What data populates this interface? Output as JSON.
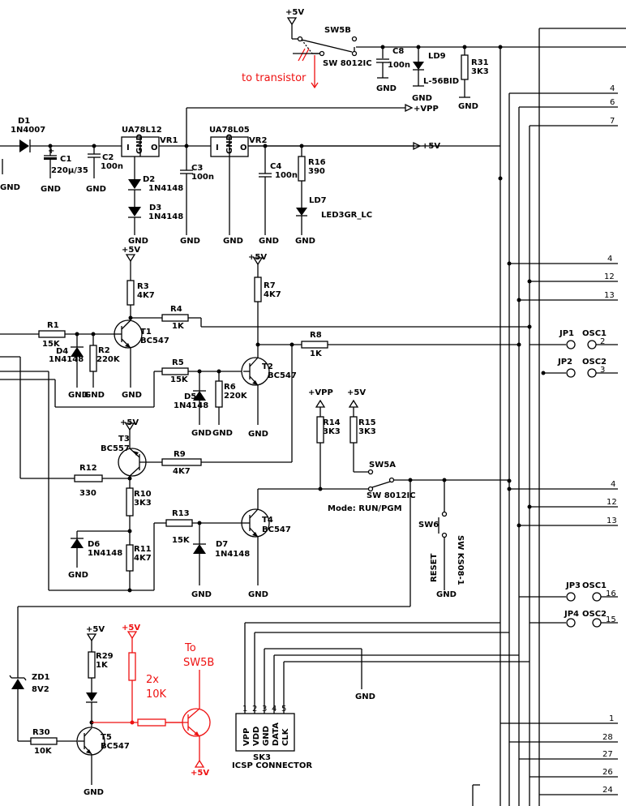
{
  "supply": {
    "plus5v": "+5V",
    "vpp": "+VPP",
    "gnd": "GND"
  },
  "parts": {
    "d1": "D1",
    "d1_val": "1N4007",
    "c1": "C1",
    "c1_val": "220µ/35",
    "c2": "C2",
    "c2_val": "100n",
    "vr1": "VR1",
    "vr1_val": "UA78L12",
    "vr2": "VR2",
    "vr2_val": "UA78L05",
    "d2": "D2",
    "d2_val": "1N4148",
    "d3": "D3",
    "d3_val": "1N4148",
    "c3": "C3",
    "c3_val": "100n",
    "c4": "C4",
    "c4_val": "100n",
    "r16": "R16",
    "r16_val": "390",
    "ld7": "LD7",
    "ld7_val": "LED3GR_LC",
    "sw5b": "SW5B",
    "sw5b_val": "SW 8012IC",
    "c8": "C8",
    "c8_val": "100n",
    "ld9": "LD9",
    "ld9_val": "L-56BID",
    "r31": "R31",
    "r31_val": "3K3",
    "r1": "R1",
    "r1_val": "15K",
    "d4": "D4",
    "d4_val": "1N4148",
    "r2": "R2",
    "r2_val": "220K",
    "t1": "T1",
    "t1_val": "BC547",
    "r3": "R3",
    "r3_val": "4K7",
    "r4": "R4",
    "r4_val": "1K",
    "r5": "R5",
    "r5_val": "15K",
    "d5": "D5",
    "d5_val": "1N4148",
    "r6": "R6",
    "r6_val": "220K",
    "t2": "T2",
    "t2_val": "BC547",
    "r7": "R7",
    "r7_val": "4K7",
    "r8": "R8",
    "r8_val": "1K",
    "t3": "T3",
    "t3_val": "BC557",
    "r9": "R9",
    "r9_val": "4K7",
    "r12": "R12",
    "r12_val": "330",
    "r10": "R10",
    "r10_val": "3K3",
    "r11": "R11",
    "r11_val": "4K7",
    "d6": "D6",
    "d6_val": "1N4148",
    "r13": "R13",
    "r13_val": "15K",
    "d7": "D7",
    "d7_val": "1N4148",
    "t4": "T4",
    "t4_val": "BC547",
    "r14": "R14",
    "r14_val": "3K3",
    "r15": "R15",
    "r15_val": "3K3",
    "sw5a": "SW5A",
    "sw5a_val": "SW 8012IC",
    "mode": "Mode: RUN/PGM",
    "sw6": "SW6",
    "sw6_val": "SW KS08-1",
    "reset": "RESET",
    "zd1": "ZD1",
    "zd1_val": "8V2",
    "r29": "R29",
    "r29_val": "1K",
    "r30": "R30",
    "r30_val": "10K",
    "t5": "T5",
    "t5_val": "BC547",
    "sk3": "SK3",
    "sk3_val": "ICSP CONNECTOR",
    "jp1": "JP1",
    "osc1": "OSC1",
    "jp2": "JP2",
    "osc2": "OSC2",
    "jp3": "JP3",
    "jp4": "JP4"
  },
  "icsp_pins": [
    "VPP",
    "VDD",
    "GND",
    "DATA",
    "CLK"
  ],
  "icsp_pin_numbers": [
    "1",
    "2",
    "3",
    "4",
    "5"
  ],
  "socket_pins": {
    "top": [
      "4",
      "6",
      "7"
    ],
    "mid": [
      "4",
      "12",
      "13"
    ],
    "jp1_pin": "2",
    "jp2_pin": "3",
    "low": [
      "4",
      "12",
      "13"
    ],
    "jp3_pin": "16",
    "jp4_pin": "15",
    "bottom": [
      "1",
      "28",
      "27",
      "26",
      "24"
    ]
  },
  "annotations": {
    "to_transistor": "to transistor",
    "pullup": "2x",
    "pullup_val": "10K",
    "to_sw5b_1": "To",
    "to_sw5b_2": "SW5B",
    "red_plus5v": "+5V"
  }
}
